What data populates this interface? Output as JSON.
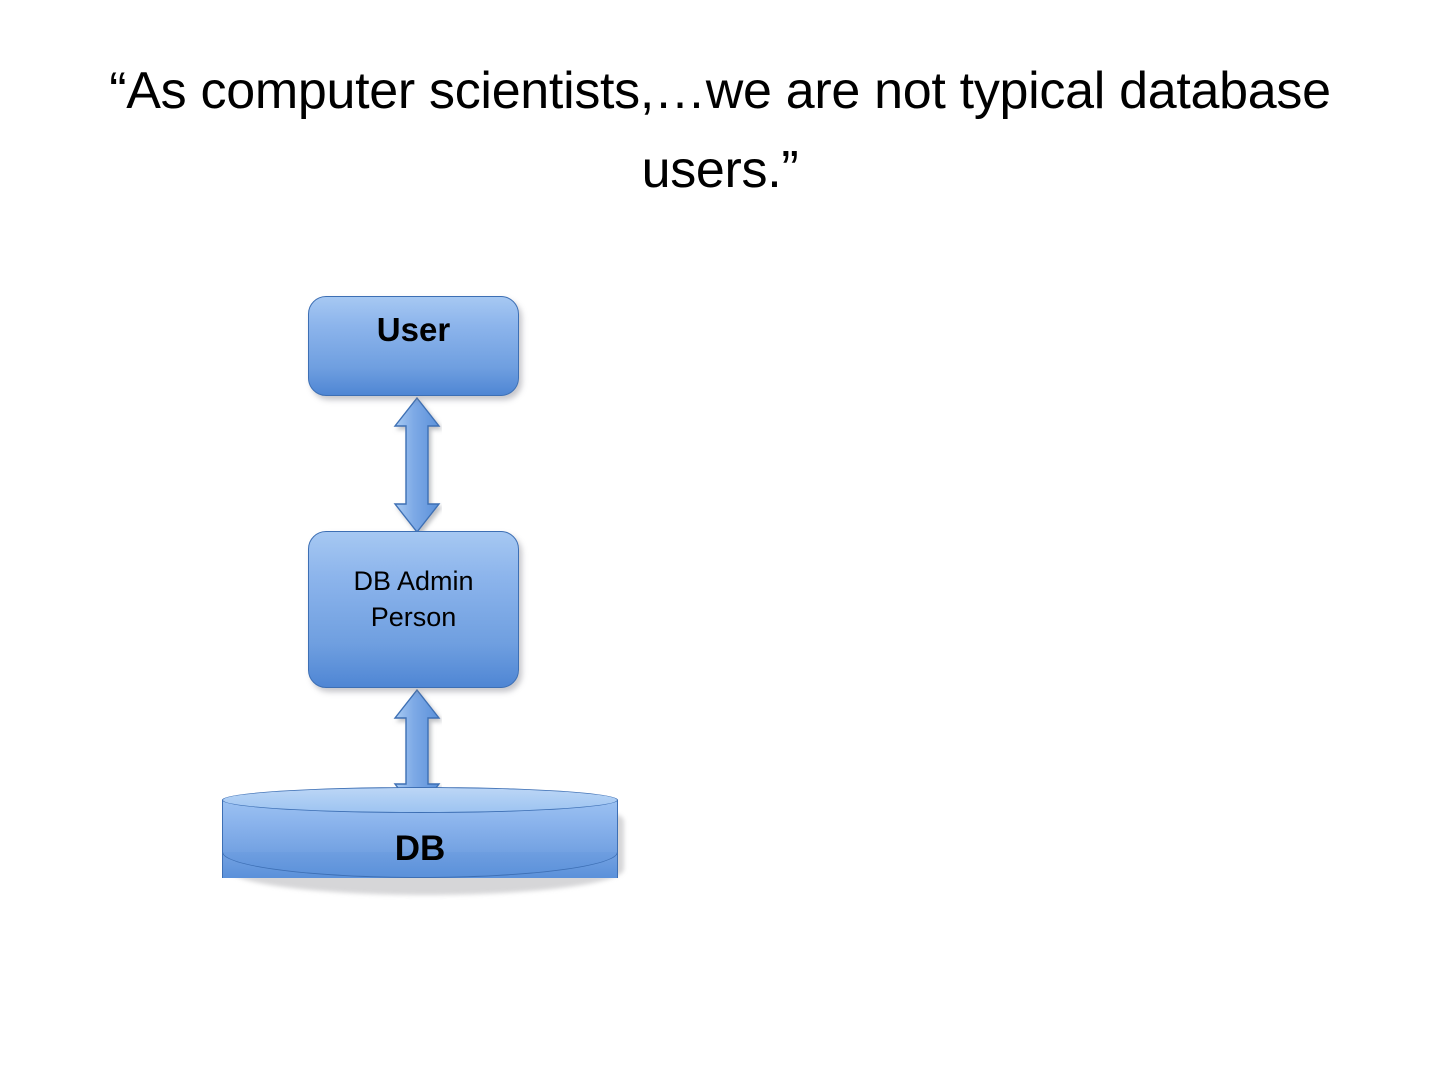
{
  "slide": {
    "background_color": "#ffffff",
    "title": "“As computer scientists,…we are not typical database users.”"
  },
  "diagram": {
    "type": "flow",
    "orientation": "vertical",
    "accent_color": "#6f9fe0",
    "outline_color": "#3d6fb4",
    "text_color": "#000000",
    "nodes": [
      {
        "id": "user",
        "label": "User",
        "shape": "rounded-rectangle",
        "bold": true
      },
      {
        "id": "dbadmin",
        "label": "DB Admin\nPerson",
        "shape": "rounded-rectangle",
        "bold": false
      },
      {
        "id": "db",
        "label": "DB",
        "shape": "cylinder",
        "bold": true
      }
    ],
    "connectors": [
      {
        "id": "user-dbadmin",
        "from": "user",
        "to": "dbadmin",
        "style": "double-headed-arrow",
        "direction": "vertical"
      },
      {
        "id": "dbadmin-db",
        "from": "dbadmin",
        "to": "db",
        "style": "double-headed-arrow",
        "direction": "vertical"
      }
    ]
  }
}
